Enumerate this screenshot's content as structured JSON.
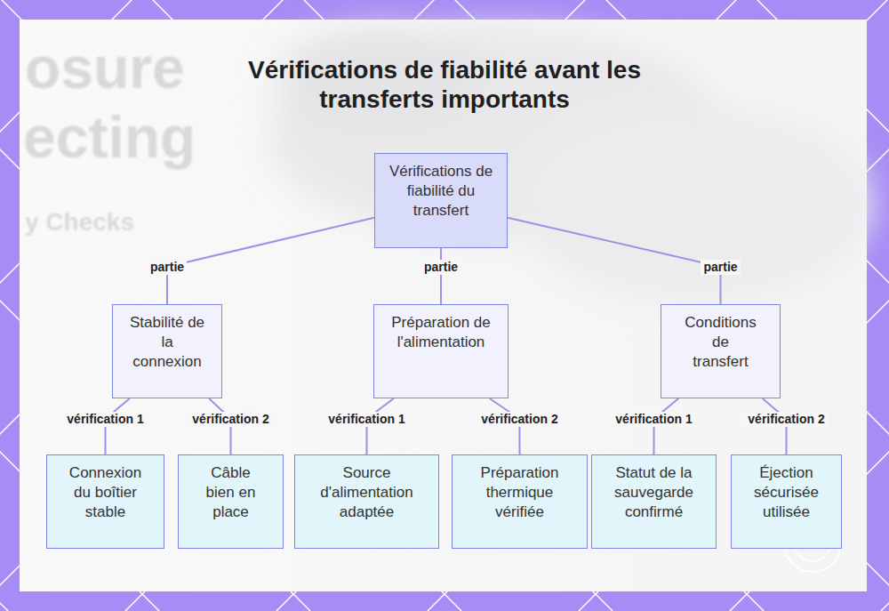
{
  "diagram": {
    "title": "Vérifications de fiabilité avant les transferts importants",
    "nodes": [
      {
        "text": [
          "Vérifications de fiabilité du transfert"
        ]
      },
      {
        "text": [
          "Stabilité de la connexion"
        ]
      },
      {
        "text": [
          "Préparation de l'alimentation"
        ]
      },
      {
        "text": [
          "Conditions de transfert"
        ]
      },
      {
        "text": [
          "Connexion du boîtier stable"
        ]
      },
      {
        "text": [
          "Câble bien en place"
        ]
      },
      {
        "text": [
          "Source d'alimentation adaptée"
        ]
      },
      {
        "text": [
          "Préparation thermique vérifiée"
        ]
      },
      {
        "text": [
          "Statut de la sauvegarde confirmé"
        ]
      },
      {
        "text": [
          "Éjection sécurisée utilisée"
        ]
      }
    ],
    "edges": [
      {
        "from": 0,
        "to": 1,
        "label": "partie",
        "arrow": "none"
      },
      {
        "from": 0,
        "to": 2,
        "label": "partie",
        "arrow": "none"
      },
      {
        "from": 0,
        "to": 3,
        "label": "partie",
        "arrow": "none"
      },
      {
        "from": 1,
        "to": 4,
        "label": "vérification 1",
        "arrow": "none"
      },
      {
        "from": 1,
        "to": 5,
        "label": "vérification 2",
        "arrow": "none"
      },
      {
        "from": 2,
        "to": 6,
        "label": "vérification 1",
        "arrow": "none"
      },
      {
        "from": 2,
        "to": 7,
        "label": "vérification 2",
        "arrow": "none"
      },
      {
        "from": 3,
        "to": 8,
        "label": "vérification 1",
        "arrow": "none"
      },
      {
        "from": 3,
        "to": 9,
        "label": "vérification 2",
        "arrow": "none"
      }
    ],
    "labels": [
      "osure",
      "ecting",
      "y Checks"
    ]
  }
}
